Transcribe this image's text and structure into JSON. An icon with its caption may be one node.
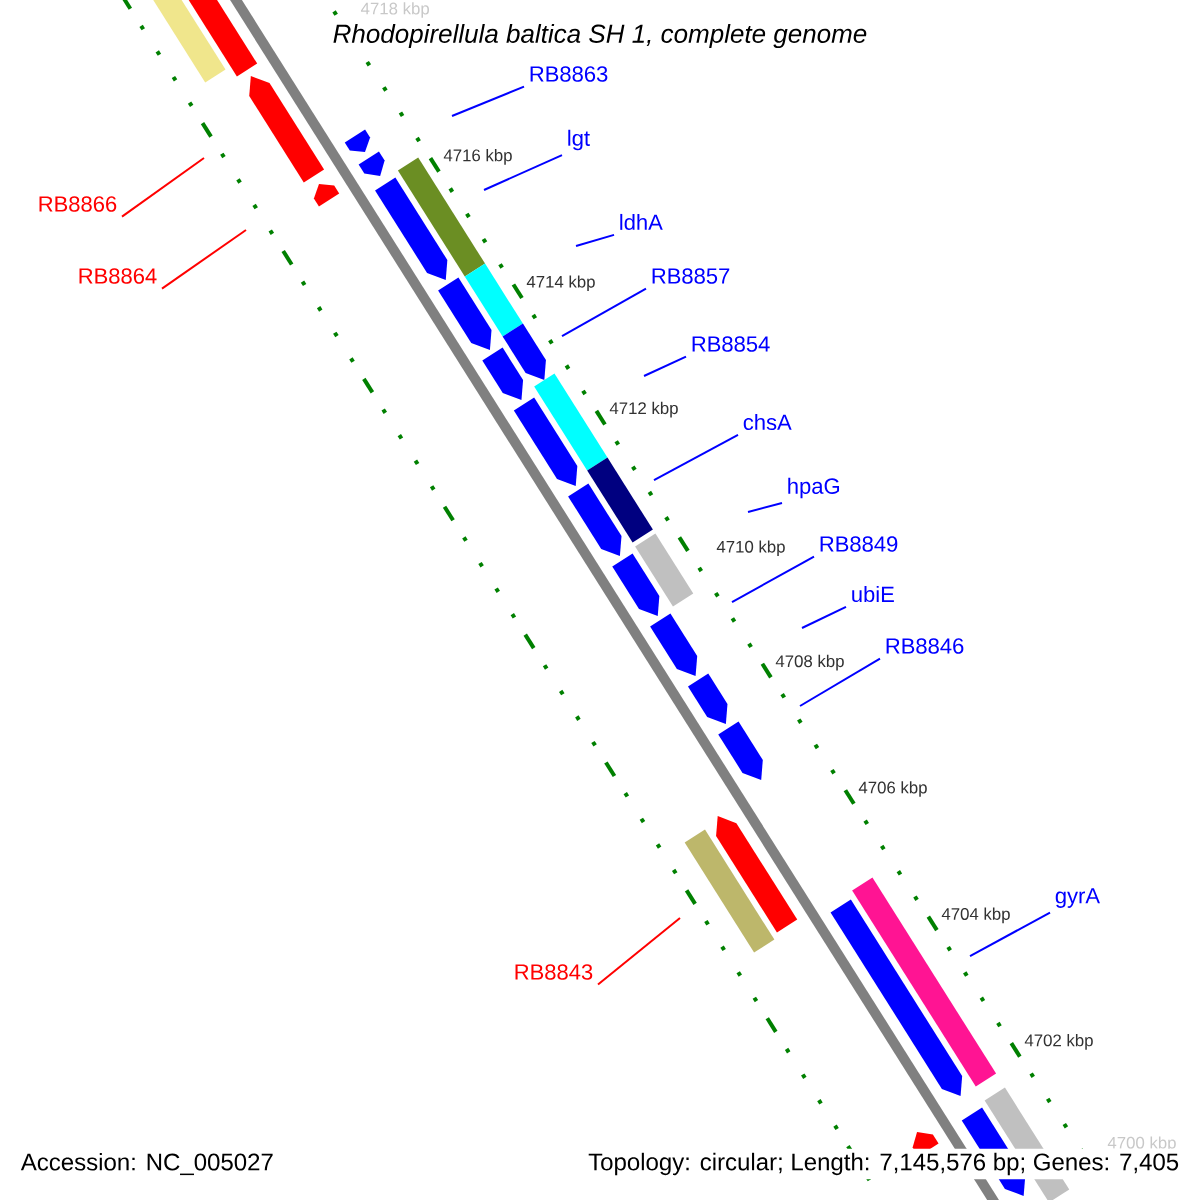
{
  "diagram": {
    "title": "Rhodopirellula baltica SH 1, complete genome",
    "nodes": [
      {
        "text": [
          "RB8863"
        ]
      },
      {
        "text": [
          "lgt"
        ]
      },
      {
        "text": [
          "RB8866"
        ]
      },
      {
        "text": [
          "ldhA"
        ]
      },
      {
        "text": [
          "RB8864"
        ]
      },
      {
        "text": [
          "RB8857"
        ]
      },
      {
        "text": [
          "RB8854"
        ]
      },
      {
        "text": [
          "chsA"
        ]
      },
      {
        "text": [
          "hpaG"
        ]
      },
      {
        "text": [
          "RB8849"
        ]
      },
      {
        "text": [
          "ubiE"
        ]
      },
      {
        "text": [
          "RB8846"
        ]
      },
      {
        "text": [
          "gyrA"
        ]
      },
      {
        "text": [
          "RB8843"
        ]
      }
    ],
    "edges": [
      {
        "from": 0,
        "to": null,
        "arrow": "none"
      },
      {
        "from": 1,
        "to": null,
        "arrow": "none"
      },
      {
        "from": 2,
        "to": null,
        "arrow": "none",
        "color": "#ff0000"
      },
      {
        "from": 3,
        "to": null,
        "arrow": "none"
      },
      {
        "from": 4,
        "to": null,
        "arrow": "none",
        "color": "#ff0000"
      },
      {
        "from": 5,
        "to": null,
        "arrow": "none"
      },
      {
        "from": 6,
        "to": null,
        "arrow": "none"
      },
      {
        "from": 7,
        "to": null,
        "arrow": "none"
      },
      {
        "from": 8,
        "to": null,
        "arrow": "none"
      },
      {
        "from": 9,
        "to": null,
        "arrow": "none"
      },
      {
        "from": 10,
        "to": null,
        "arrow": "none"
      },
      {
        "from": 11,
        "to": null,
        "arrow": "none"
      },
      {
        "from": 12,
        "to": null,
        "arrow": "none"
      },
      {
        "from": 13,
        "to": null,
        "arrow": "none",
        "color": "#ff0000"
      }
    ],
    "labels": [
      "4718 kbp",
      "4716 kbp",
      "4714 kbp",
      "4712 kbp",
      "4710 kbp",
      "4708 kbp",
      "4706 kbp",
      "4704 kbp",
      "4702 kbp",
      "4700 kbp",
      "Accession: NC_005027",
      "Topology: circular; Length: 7,145,576 bp; Genes: 7,405"
    ]
  }
}
